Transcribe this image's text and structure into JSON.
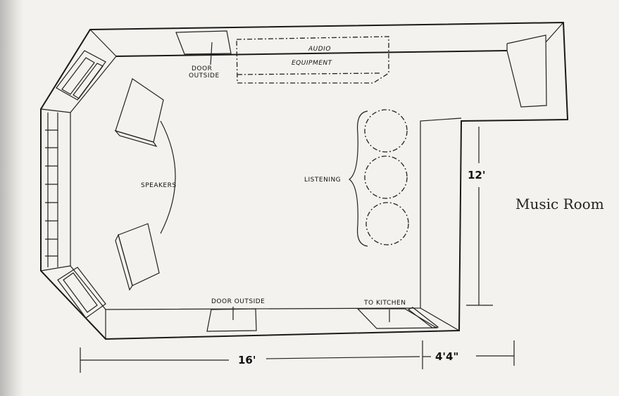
{
  "title": "Music Room",
  "labels": {
    "door_top_line1": "DOOR",
    "door_top_line2": "OUTSIDE",
    "audio": "AUDIO",
    "equipment": "EQUIPMENT",
    "speakers": "SPEAKERS",
    "listening": "LISTENING",
    "door_bottom": "DOOR OUTSIDE",
    "to_kitchen": "TO KITCHEN"
  },
  "dimensions": {
    "width_main": "16'",
    "width_alcove": "4'4\"",
    "depth": "12'"
  }
}
